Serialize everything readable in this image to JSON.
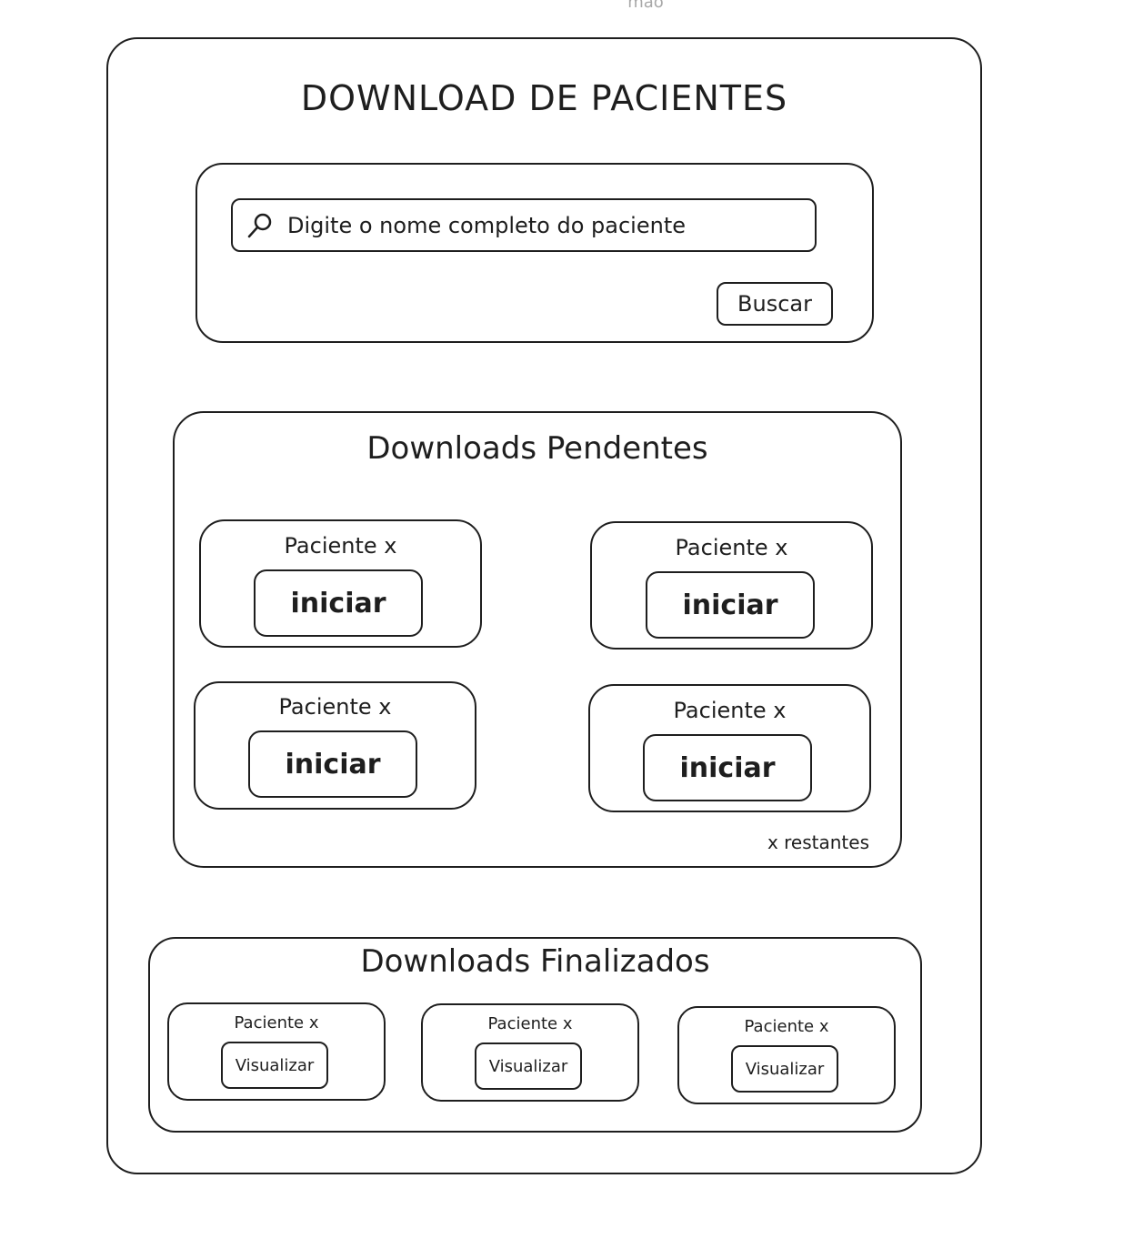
{
  "top_label": "mao",
  "page_title": "DOWNLOAD DE PACIENTES",
  "search": {
    "placeholder": "Digite o nome completo do paciente",
    "button_label": "Buscar",
    "icon": "search-icon"
  },
  "pending": {
    "title": "Downloads Pendentes",
    "items": [
      {
        "name": "Paciente x",
        "button": "iniciar"
      },
      {
        "name": "Paciente x",
        "button": "iniciar"
      },
      {
        "name": "Paciente x",
        "button": "iniciar"
      },
      {
        "name": "Paciente x",
        "button": "iniciar"
      }
    ],
    "remaining": "x restantes"
  },
  "finished": {
    "title": "Downloads Finalizados",
    "items": [
      {
        "name": "Paciente x",
        "button": "Visualizar"
      },
      {
        "name": "Paciente x",
        "button": "Visualizar"
      },
      {
        "name": "Paciente x",
        "button": "Visualizar"
      }
    ]
  },
  "colors": {
    "stroke": "#1e1e1e",
    "background": "#ffffff",
    "muted_text": "#a8a8a8"
  }
}
